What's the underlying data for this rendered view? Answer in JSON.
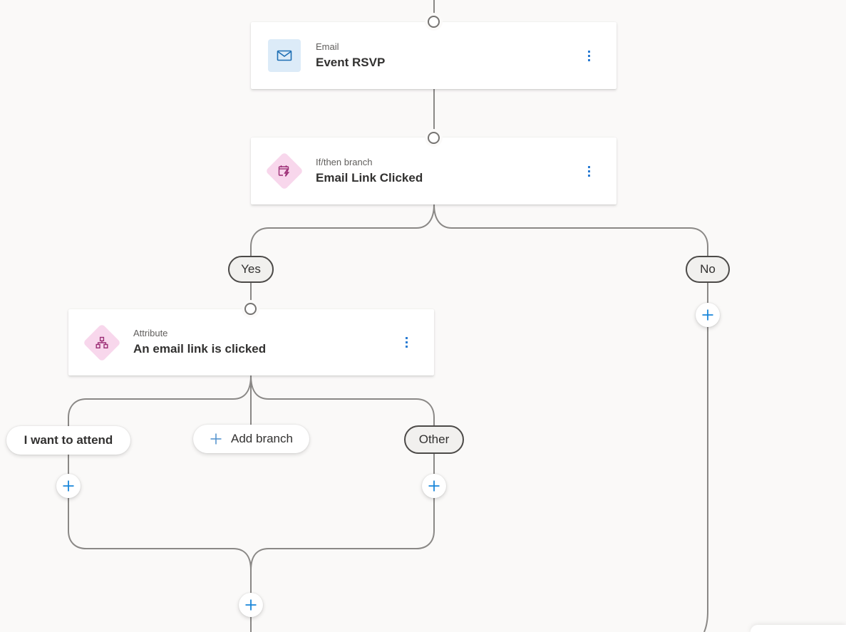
{
  "canvas": {
    "background_color": "#faf9f8",
    "connector_color": "#8a8886",
    "accent_blue": "#0078d4",
    "pink_diamond_bg": "#f8d7ec",
    "pink_glyph_color": "#9b2d75",
    "blue_tile_bg": "#dcebf8",
    "blue_glyph_color": "#1f6fb4"
  },
  "nodes": [
    {
      "id": "email-event-rsvp",
      "type_label": "Email",
      "title": "Event RSVP",
      "icon": "email-icon"
    },
    {
      "id": "ifthen-email-link-clicked",
      "type_label": "If/then branch",
      "title": "Email Link Clicked",
      "icon": "if-then-branch-icon"
    },
    {
      "id": "attribute-email-link",
      "type_label": "Attribute",
      "title": "An email link is clicked",
      "icon": "attribute-icon"
    }
  ],
  "branches": {
    "yes_label": "Yes",
    "no_label": "No",
    "attend_label": "I want to attend",
    "other_label": "Other",
    "add_branch_label": "Add branch"
  }
}
